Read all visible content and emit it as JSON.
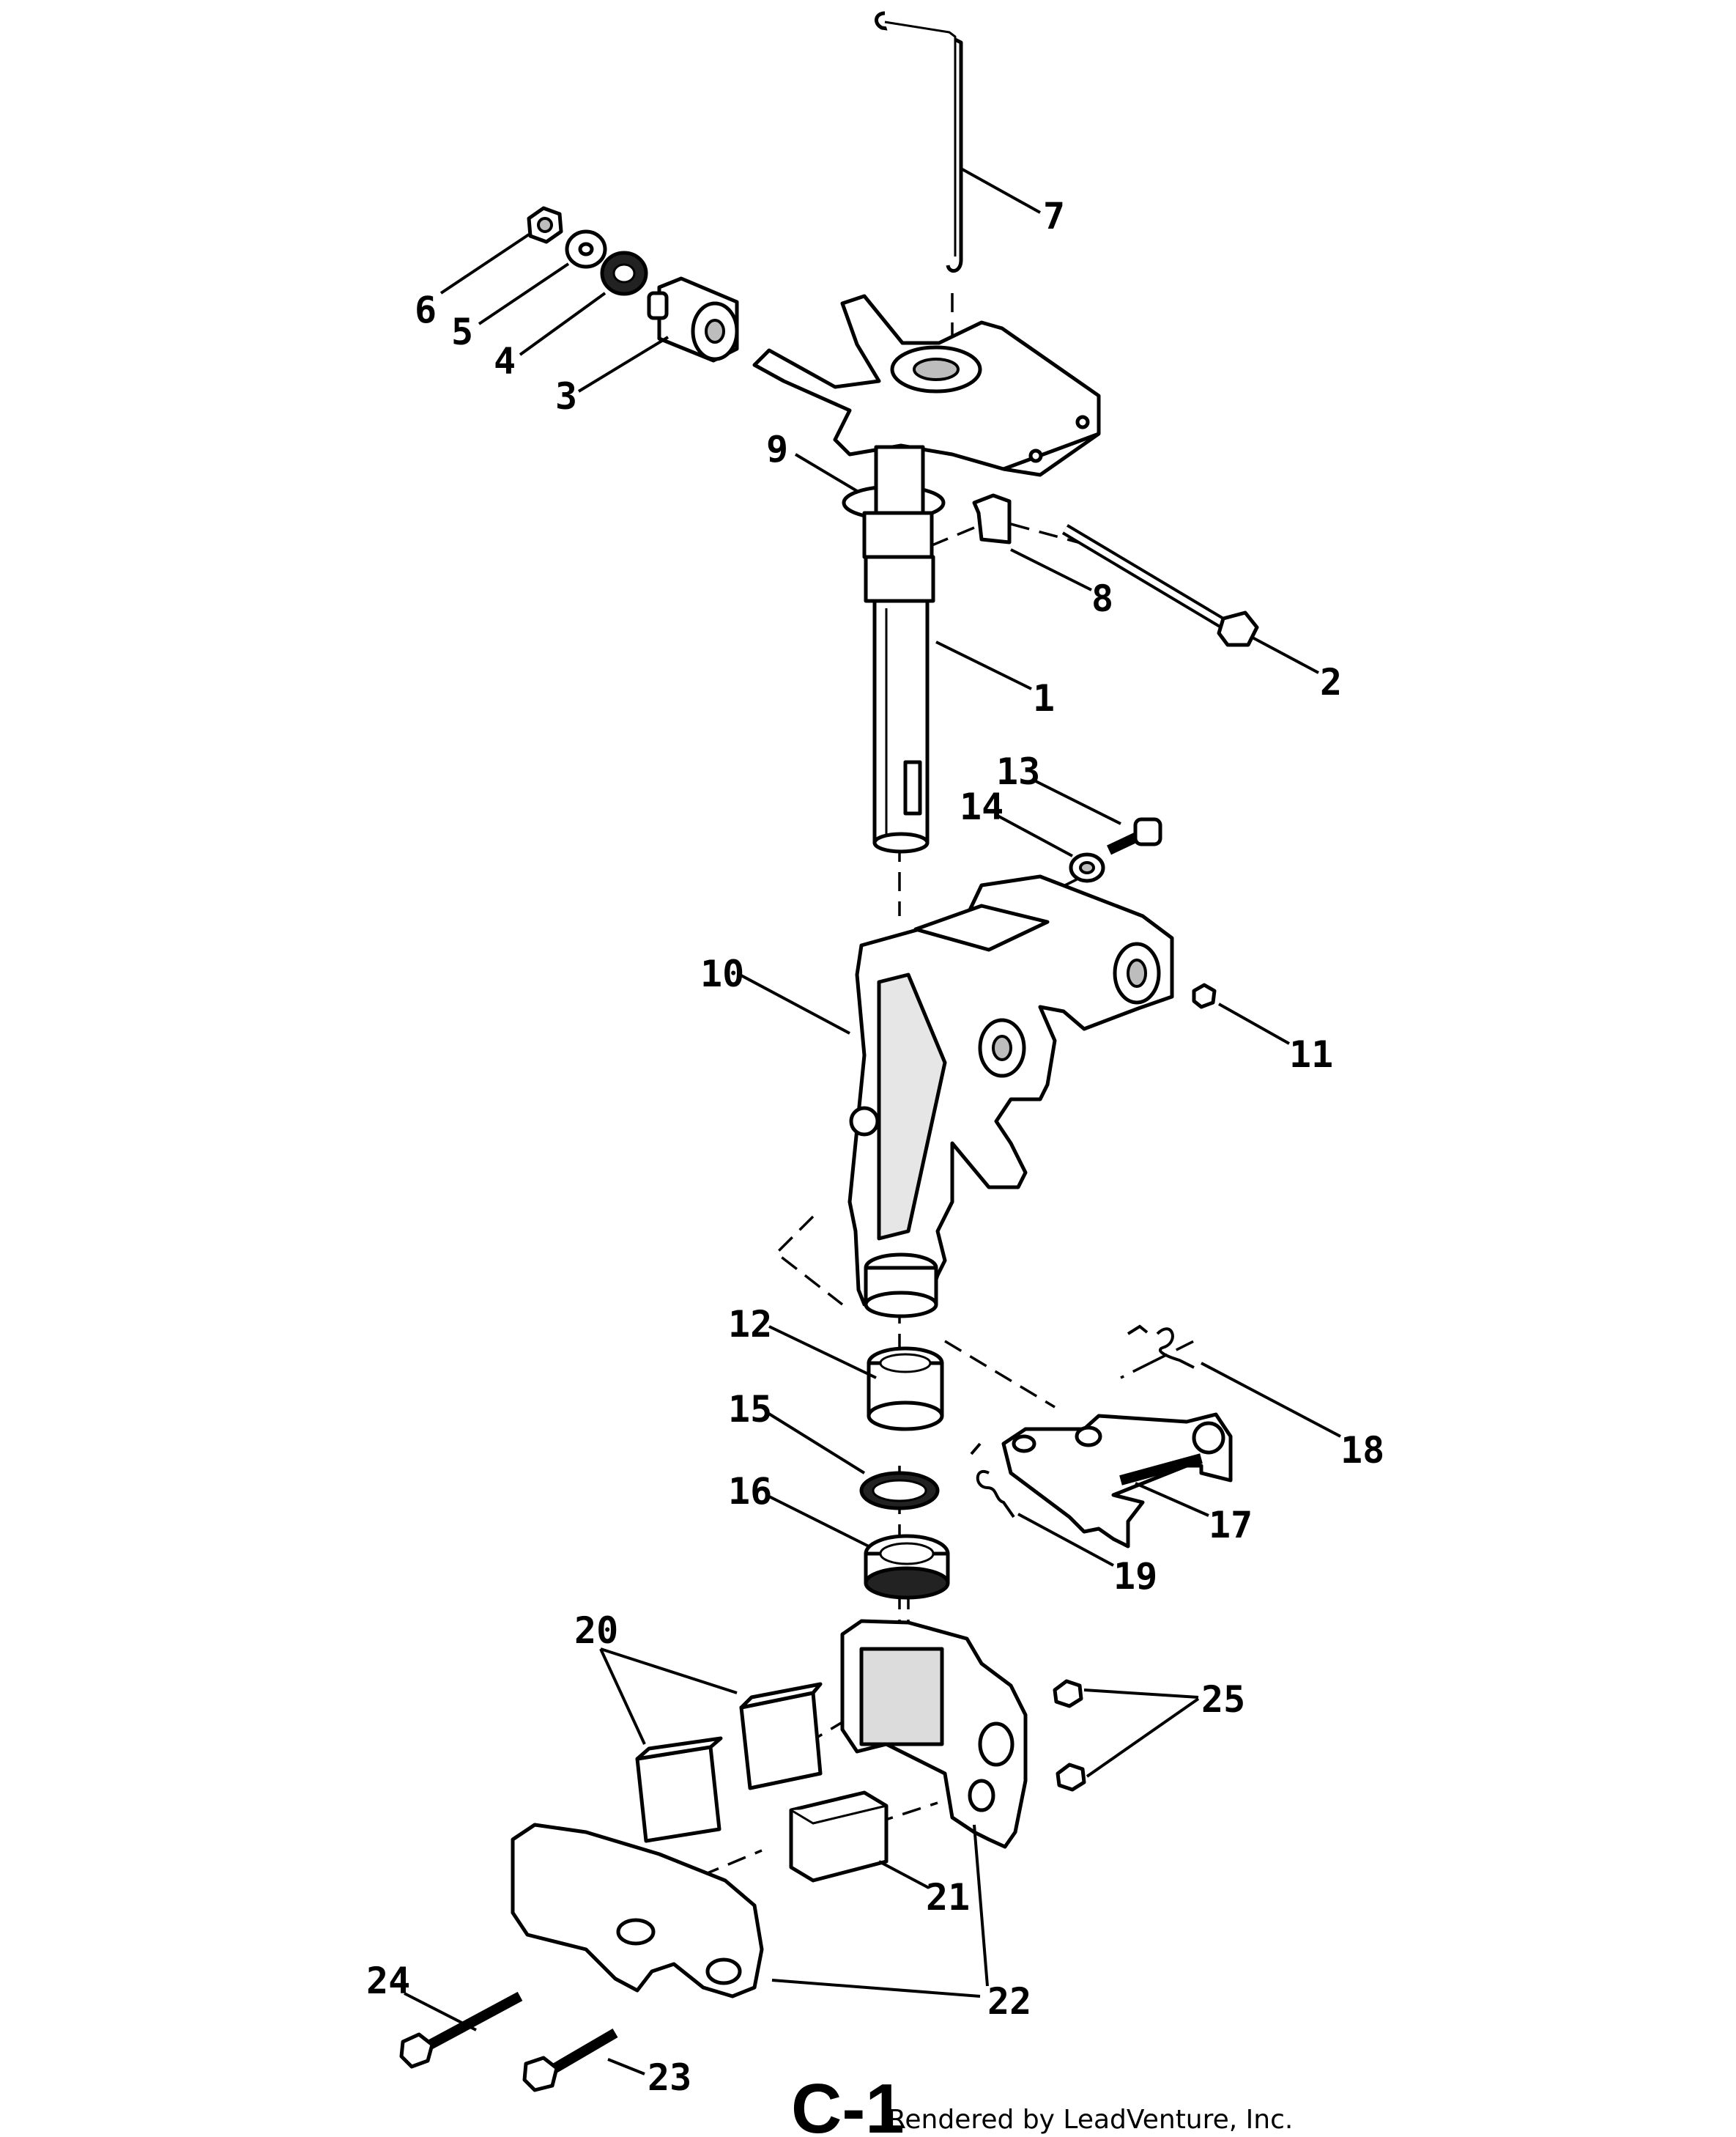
{
  "callouts": [
    "1",
    "2",
    "3",
    "4",
    "5",
    "6",
    "7",
    "8",
    "9",
    "10",
    "11",
    "12",
    "13",
    "14",
    "15",
    "16",
    "17",
    "18",
    "19",
    "20",
    "21",
    "22",
    "23",
    "24",
    "25"
  ],
  "sheet_label": "C-1",
  "credit": "Rendered by LeadVenture, Inc."
}
